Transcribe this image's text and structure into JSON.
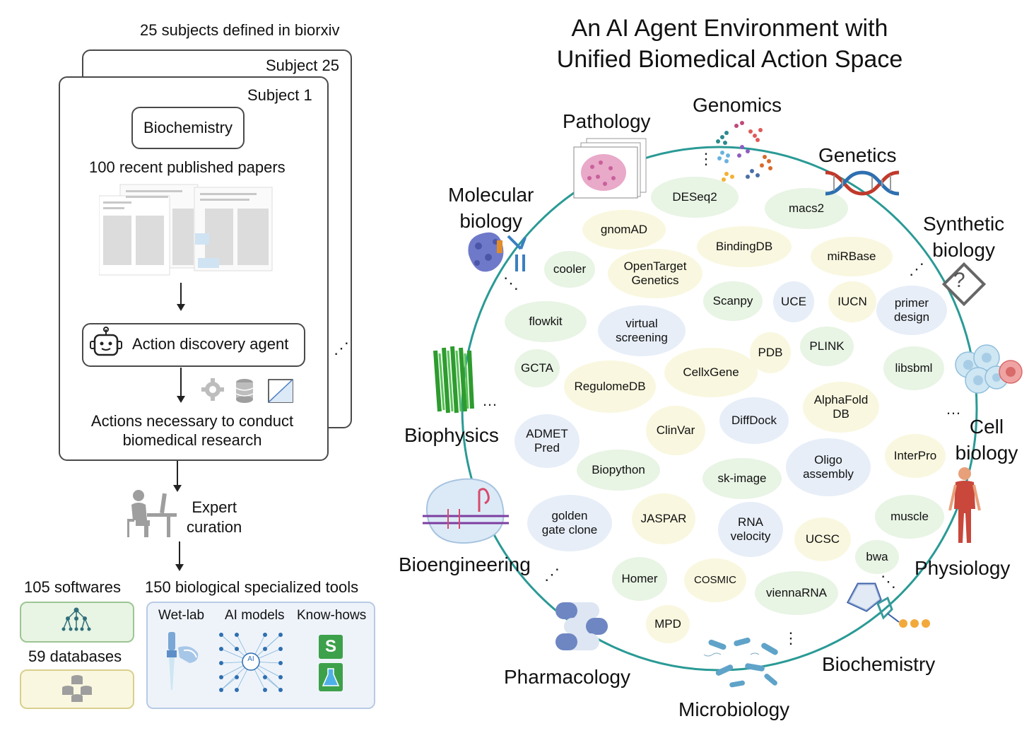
{
  "left": {
    "header": "25 subjects defined in biorxiv",
    "subject_back": "Subject 25",
    "subject_front": "Subject 1",
    "subject_name": "Biochemistry",
    "papers_label": "100 recent published papers",
    "agent_label": "Action discovery agent",
    "actions_label_1": "Actions necessary to conduct",
    "actions_label_2": "biomedical research",
    "curation_1": "Expert",
    "curation_2": "curation",
    "softwares": "105 softwares",
    "databases": "59 databases",
    "tools_header": "150 biological specialized tools",
    "tool_cat_1": "Wet-lab",
    "tool_cat_2": "AI models",
    "tool_cat_3": "Know-hows",
    "ai_badge": "AI",
    "s_badge": "S"
  },
  "right": {
    "title_1": "An AI Agent Environment with",
    "title_2": "Unified Biomedical Action Space",
    "subjects": {
      "pathology": "Pathology",
      "genomics": "Genomics",
      "genetics": "Genetics",
      "synthetic_1": "Synthetic",
      "synthetic_2": "biology",
      "molecular_1": "Molecular",
      "molecular_2": "biology",
      "biophysics": "Biophysics",
      "cell_1": "Cell",
      "cell_2": "biology",
      "bioengineering": "Bioengineering",
      "physiology": "Physiology",
      "pharmacology": "Pharmacology",
      "biochemistry": "Biochemistry",
      "microbiology": "Microbiology",
      "question_mark": "?"
    },
    "tools": [
      {
        "label": "DESeq2",
        "color": "green"
      },
      {
        "label": "macs2",
        "color": "green"
      },
      {
        "label": "gnomAD",
        "color": "yellow"
      },
      {
        "label": "BindingDB",
        "color": "yellow"
      },
      {
        "label": "miRBase",
        "color": "yellow"
      },
      {
        "label": "cooler",
        "color": "green"
      },
      {
        "label": "OpenTarget\nGenetics",
        "color": "yellow"
      },
      {
        "label": "Scanpy",
        "color": "green"
      },
      {
        "label": "UCE",
        "color": "blue"
      },
      {
        "label": "IUCN",
        "color": "yellow"
      },
      {
        "label": "primer\ndesign",
        "color": "blue"
      },
      {
        "label": "flowkit",
        "color": "green"
      },
      {
        "label": "virtual\nscreening",
        "color": "blue"
      },
      {
        "label": "PDB",
        "color": "yellow"
      },
      {
        "label": "PLINK",
        "color": "green"
      },
      {
        "label": "GCTA",
        "color": "green"
      },
      {
        "label": "RegulomeDB",
        "color": "yellow"
      },
      {
        "label": "CellxGene",
        "color": "yellow"
      },
      {
        "label": "libsbml",
        "color": "green"
      },
      {
        "label": "AlphaFold\nDB",
        "color": "yellow"
      },
      {
        "label": "DiffDock",
        "color": "blue"
      },
      {
        "label": "ClinVar",
        "color": "yellow"
      },
      {
        "label": "ADMET\nPred",
        "color": "blue"
      },
      {
        "label": "Oligo\nassembly",
        "color": "blue"
      },
      {
        "label": "InterPro",
        "color": "yellow"
      },
      {
        "label": "Biopython",
        "color": "green"
      },
      {
        "label": "sk-image",
        "color": "green"
      },
      {
        "label": "golden\ngate clone",
        "color": "blue"
      },
      {
        "label": "JASPAR",
        "color": "yellow"
      },
      {
        "label": "RNA\nvelocity",
        "color": "blue"
      },
      {
        "label": "muscle",
        "color": "green"
      },
      {
        "label": "UCSC",
        "color": "yellow"
      },
      {
        "label": "bwa",
        "color": "green"
      },
      {
        "label": "Homer",
        "color": "green"
      },
      {
        "label": "COSMIC",
        "color": "yellow"
      },
      {
        "label": "viennaRNA",
        "color": "green"
      },
      {
        "label": "MPD",
        "color": "yellow"
      }
    ],
    "colors": {
      "ring": "#2a9a95",
      "green": "#e8f4e4",
      "yellow": "#f9f7df",
      "blue": "#e7eef8"
    }
  }
}
